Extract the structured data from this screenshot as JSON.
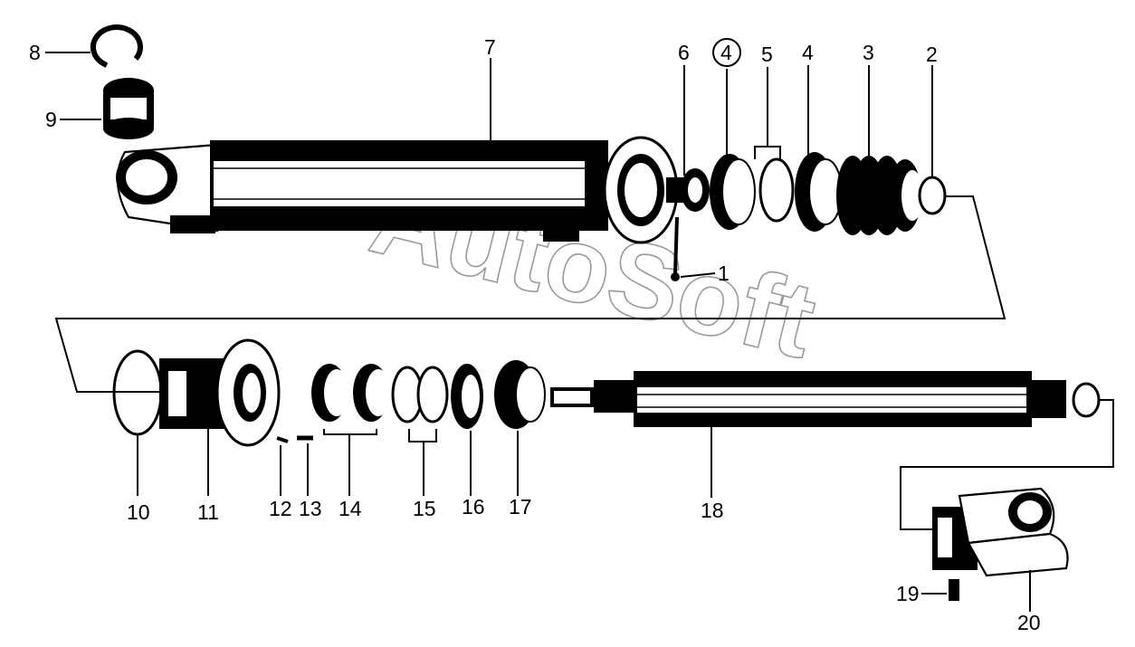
{
  "watermark": "AutoSoft",
  "callouts": [
    {
      "id": "c1",
      "text": "1"
    },
    {
      "id": "c2",
      "text": "2"
    },
    {
      "id": "c3",
      "text": "3"
    },
    {
      "id": "c4",
      "text": "4"
    },
    {
      "id": "c4c",
      "text": "4",
      "circled": true
    },
    {
      "id": "c5",
      "text": "5"
    },
    {
      "id": "c6",
      "text": "6"
    },
    {
      "id": "c7",
      "text": "7"
    },
    {
      "id": "c8",
      "text": "8"
    },
    {
      "id": "c9",
      "text": "9"
    },
    {
      "id": "c10",
      "text": "10"
    },
    {
      "id": "c11",
      "text": "11"
    },
    {
      "id": "c12",
      "text": "12"
    },
    {
      "id": "c13",
      "text": "13"
    },
    {
      "id": "c14",
      "text": "14"
    },
    {
      "id": "c15",
      "text": "15"
    },
    {
      "id": "c16",
      "text": "16"
    },
    {
      "id": "c17",
      "text": "17"
    },
    {
      "id": "c18",
      "text": "18"
    },
    {
      "id": "c19",
      "text": "19"
    },
    {
      "id": "c20",
      "text": "20"
    }
  ]
}
